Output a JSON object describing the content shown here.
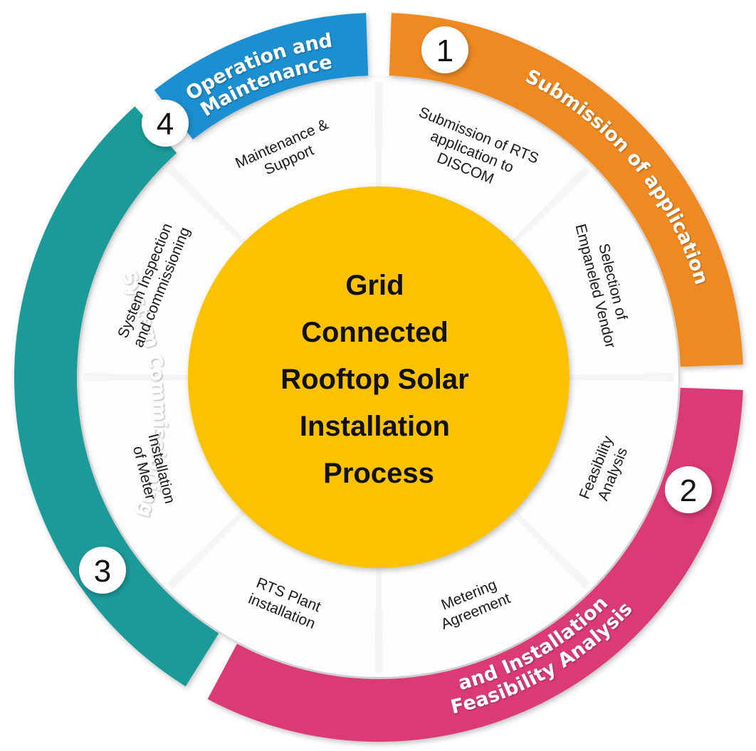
{
  "center": {
    "lines": [
      "Grid",
      "Connected",
      "Rooftop Solar",
      "Installation",
      "Process"
    ],
    "color": "#fcc200"
  },
  "phases": [
    {
      "number": "1",
      "label_lines": [
        "Submission of application"
      ],
      "color": "#ef8a24"
    },
    {
      "number": "2",
      "label_lines": [
        "Feasibility Analysis",
        "and Installation"
      ],
      "color": "#db3b74"
    },
    {
      "number": "3",
      "label_lines": [
        "System Commissioning"
      ],
      "color": "#1e9a9a"
    },
    {
      "number": "4",
      "label_lines": [
        "Operation and",
        "Maintenance"
      ],
      "color": "#1f8fd0"
    }
  ],
  "steps": [
    {
      "lines": [
        "Submission of RTS",
        "application to",
        "DISCOM"
      ]
    },
    {
      "lines": [
        "Selection of",
        "Empaneled Vendor"
      ]
    },
    {
      "lines": [
        "Feasibility",
        "Analysis"
      ]
    },
    {
      "lines": [
        "Metering",
        "Agreement"
      ]
    },
    {
      "lines": [
        "RTS Plant",
        "installation"
      ]
    },
    {
      "lines": [
        "Installation",
        "of Meter"
      ]
    },
    {
      "lines": [
        "System Inspection",
        "and commissioning"
      ]
    },
    {
      "lines": [
        "Maintenance &",
        "Support"
      ]
    }
  ]
}
